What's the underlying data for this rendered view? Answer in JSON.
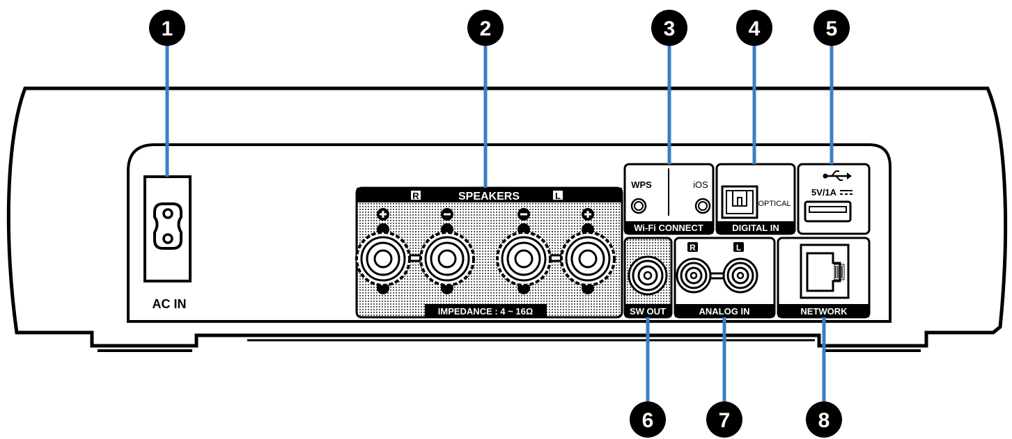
{
  "labels": {
    "ac_in": "AC IN",
    "speakers": "SPEAKERS",
    "speaker_right": "R",
    "speaker_left": "L",
    "impedance": "IMPEDANCE : 4 ~ 16Ω",
    "wps": "WPS",
    "ios": "iOS",
    "wifi_connect": "Wi-Fi CONNECT",
    "optical": "OPTICAL",
    "digital_in": "DIGITAL IN",
    "usb_rating": "5V/1A",
    "sw_out": "SW OUT",
    "analog_right": "R",
    "analog_left": "L",
    "analog_in": "ANALOG IN",
    "network": "NETWORK"
  },
  "callouts": [
    "1",
    "2",
    "3",
    "4",
    "5",
    "6",
    "7",
    "8"
  ],
  "colors": {
    "leader": "#3b7ec6",
    "outline": "#000000",
    "label_bar": "#000000",
    "callout_fill": "#000000"
  },
  "icons": {
    "usb": "usb-icon",
    "dc": "dc-symbol-icon",
    "ethernet": "ethernet-port-icon",
    "optical": "optical-port-icon",
    "power": "power-inlet-icon"
  }
}
